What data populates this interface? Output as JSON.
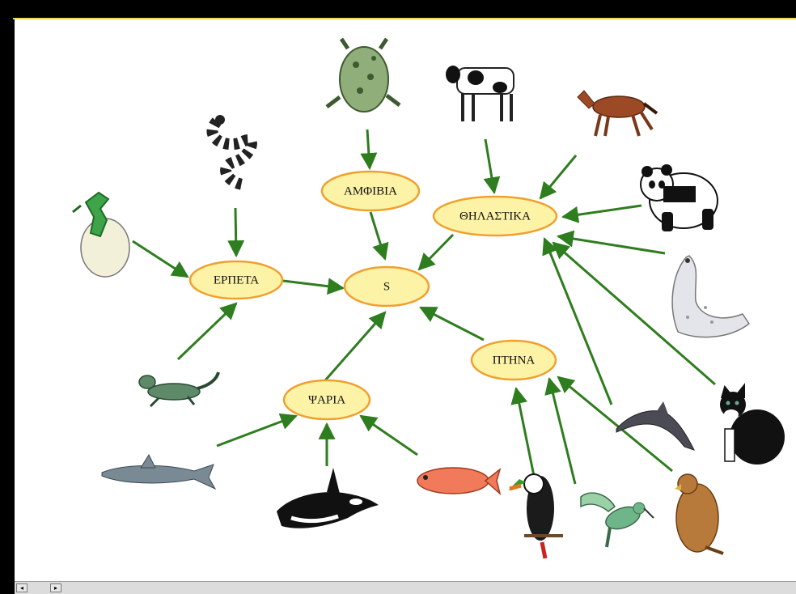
{
  "diagram": {
    "center": {
      "label": "S"
    },
    "groups": {
      "amphibians": {
        "label": "ΑΜΦΙΒΙΑ"
      },
      "mammals": {
        "label": "ΘΗΛΑΣΤΙΚΑ"
      },
      "reptiles": {
        "label": "ΕΡΠΕΤΑ"
      },
      "birds": {
        "label": "ΠΤΗΝΑ"
      },
      "fish": {
        "label": "ΨΑΡΙΑ"
      }
    },
    "animals": [
      {
        "icon": "frog-icon",
        "group": "amphibians"
      },
      {
        "icon": "cow-icon",
        "group": "mammals"
      },
      {
        "icon": "horse-icon",
        "group": "mammals"
      },
      {
        "icon": "panda-icon",
        "group": "mammals"
      },
      {
        "icon": "seal-icon",
        "group": "mammals"
      },
      {
        "icon": "cat-icon",
        "group": "mammals"
      },
      {
        "icon": "dolphin-icon",
        "group": "mammals"
      },
      {
        "icon": "snake-icon",
        "group": "reptiles"
      },
      {
        "icon": "dinosaur-egg-icon",
        "group": "reptiles"
      },
      {
        "icon": "lizard-icon",
        "group": "reptiles"
      },
      {
        "icon": "toucan-icon",
        "group": "birds"
      },
      {
        "icon": "hummingbird-icon",
        "group": "birds"
      },
      {
        "icon": "hawk-icon",
        "group": "birds"
      },
      {
        "icon": "shark-icon",
        "group": "fish"
      },
      {
        "icon": "orca-icon",
        "group": "fish"
      },
      {
        "icon": "red-fish-icon",
        "group": "fish"
      }
    ],
    "colors": {
      "node_fill": "#fdf3a6",
      "node_stroke": "#f0a030",
      "arrow": "#2e7d1e"
    }
  }
}
